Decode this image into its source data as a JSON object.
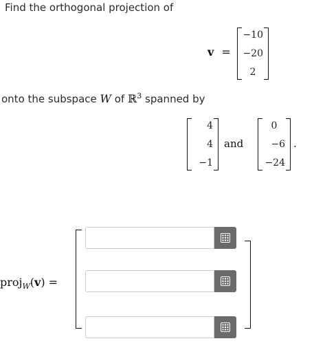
{
  "question": {
    "intro": "Find the orthogonal projection of",
    "v_label": "v",
    "equals": "=",
    "v_entries": [
      "−10",
      "−20",
      "2"
    ],
    "subspace_text_a": "onto the subspace ",
    "subspace_W": "W",
    "subspace_text_b": " of ",
    "R": "ℝ",
    "R_exp": "3",
    "subspace_text_c": " spanned by",
    "u1_entries": [
      "4",
      "4",
      "−1"
    ],
    "and_text": "and",
    "u2_entries": [
      "0",
      "−6",
      "−24"
    ],
    "period": "."
  },
  "answer": {
    "lhs_proj": "proj",
    "lhs_W": "W",
    "lhs_open": "(",
    "lhs_v": "v",
    "lhs_close": ")",
    "lhs_eq": "=",
    "inputs": [
      {
        "value": "",
        "placeholder": ""
      },
      {
        "value": "",
        "placeholder": ""
      },
      {
        "value": "",
        "placeholder": ""
      }
    ],
    "keypad_icon": "keypad-icon"
  },
  "colors": {
    "keypad_button_bg": "#6b6b6b",
    "input_border": "#c9c9c9"
  }
}
